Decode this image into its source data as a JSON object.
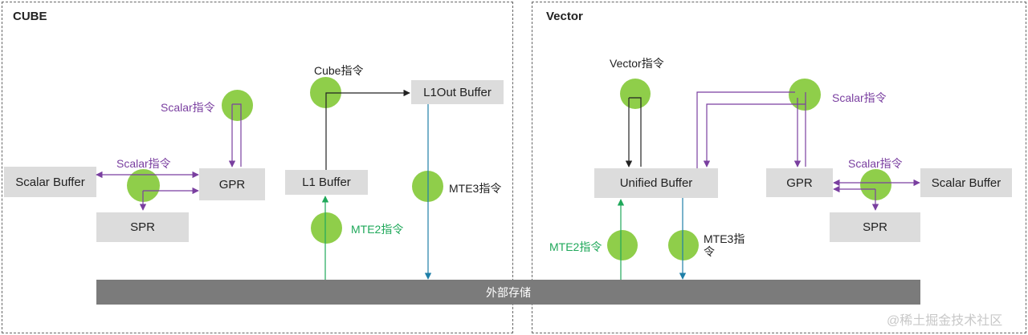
{
  "panels": {
    "cube": {
      "title": "CUBE"
    },
    "vector": {
      "title": "Vector"
    }
  },
  "cube": {
    "scalar_buffer": "Scalar Buffer",
    "gpr": "GPR",
    "spr": "SPR",
    "l1_buffer": "L1 Buffer",
    "l1out_buffer": "L1Out Buffer",
    "scalar_instr_top": "Scalar指令",
    "scalar_instr_mid": "Scalar指令",
    "cube_instr": "Cube指令",
    "mte2_instr": "MTE2指令",
    "mte3_instr": "MTE3指令"
  },
  "vector": {
    "vector_instr": "Vector指令",
    "unified_buffer": "Unified Buffer",
    "gpr": "GPR",
    "scalar_buffer": "Scalar Buffer",
    "spr": "SPR",
    "scalar_instr_top": "Scalar指令",
    "scalar_instr_mid": "Scalar指令",
    "mte2_instr": "MTE2指令",
    "mte3_instr_line1": "MTE3指",
    "mte3_instr_line2": "令"
  },
  "storage": {
    "label": "外部存储"
  },
  "watermark": "@稀土掘金技术社区",
  "colors": {
    "box": "#dcdcdc",
    "circle": "#8fce4a",
    "purple": "#7a3fa0",
    "green": "#1fa85a",
    "teal": "#1f7fa8",
    "dark": "#222222",
    "storage": "#7b7b7b"
  }
}
